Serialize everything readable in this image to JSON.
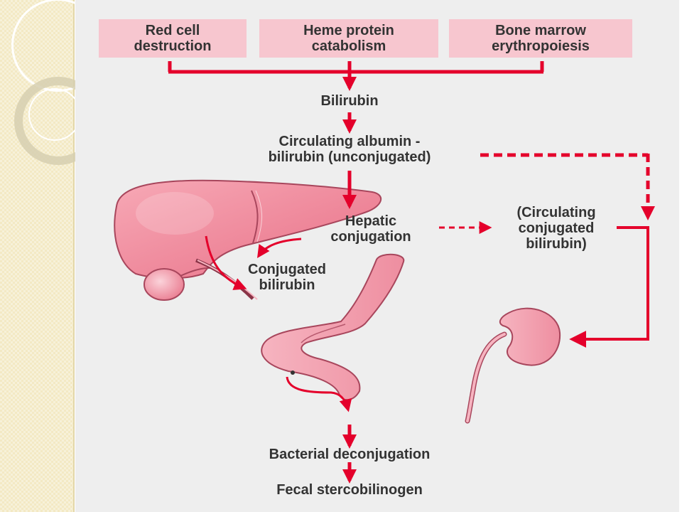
{
  "colors": {
    "arrow": "#e4002b",
    "box_fill": "#f7c6cf",
    "organ_fill": "#f28a9c",
    "organ_light": "#f8c0c9",
    "panel_bg": "#eeeeee",
    "text": "#333333",
    "left_panel": "#f3e9c4"
  },
  "sources": {
    "red_cell": "Red cell\ndestruction",
    "heme": "Heme protein\ncatabolism",
    "bone": "Bone marrow\nerythropoiesis"
  },
  "labels": {
    "bilirubin": "Bilirubin",
    "circulating_albumin": "Circulating albumin -\nbilirubin (unconjugated)",
    "hepatic_conjugation": "Hepatic\nconjugation",
    "circulating_conjugated": "(Circulating\nconjugated\nbilirubin)",
    "conjugated_bilirubin": "Conjugated\nbilirubin",
    "bacterial_deconjugation": "Bacterial deconjugation",
    "fecal_stercobilinogen": "Fecal stercobilinogen"
  },
  "icons": {
    "liver": "liver-icon",
    "gallbladder": "gallbladder-icon",
    "intestine": "intestine-icon",
    "kidney": "kidney-icon"
  }
}
